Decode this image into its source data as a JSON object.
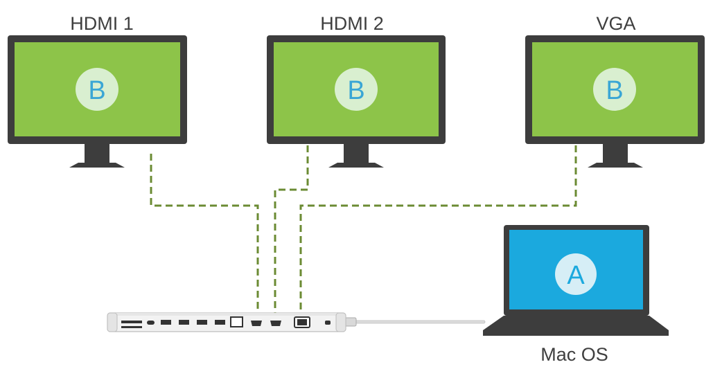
{
  "monitors": [
    {
      "label": "HDMI 1",
      "badge": "B"
    },
    {
      "label": "HDMI 2",
      "badge": "B"
    },
    {
      "label": "VGA",
      "badge": "B"
    }
  ],
  "laptop": {
    "label": "Mac OS",
    "badge": "A"
  },
  "colors": {
    "bezel": "#3d3d3d",
    "monitor_screen": "#8dc449",
    "laptop_screen": "#1ba9de",
    "badge_fill": "#d9efd0",
    "badge_text_b": "#3aa6d5",
    "badge_text_a": "#1ba9de",
    "connector_line": "#6b8b33",
    "dock_body": "#f2f2f2",
    "text": "#3f3f3f"
  }
}
